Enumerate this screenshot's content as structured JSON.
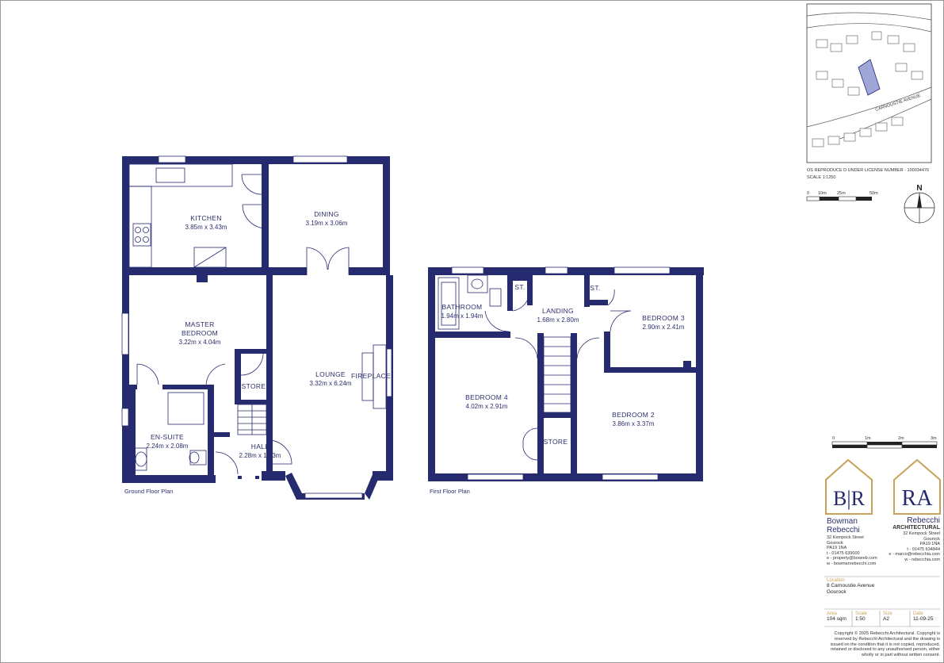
{
  "rooms": {
    "kitchen": {
      "name": "KITCHEN",
      "dim": "3.85m x 3.43m"
    },
    "dining": {
      "name": "DINING",
      "dim": "3.19m x 3.06m"
    },
    "master": {
      "name1": "MASTER",
      "name2": "BEDROOM",
      "dim": "3.22m x 4.04m"
    },
    "lounge": {
      "name": "LOUNGE",
      "dim": "3.32m x 6.24m"
    },
    "fireplace": {
      "name": "FIREPLACE"
    },
    "store_gf": {
      "name": "STORE"
    },
    "ensuite": {
      "name": "EN-SUITE",
      "dim": "2.24m x 2.08m"
    },
    "hall": {
      "name": "HALL",
      "dim": "2.28m x 1.83m"
    },
    "bathroom": {
      "name": "BATHROOM",
      "dim": "1.94m x 1.94m"
    },
    "st1": {
      "name": "ST."
    },
    "landing": {
      "name": "LANDING",
      "dim": "1.68m x 2.80m"
    },
    "st2": {
      "name": "ST."
    },
    "bedroom3": {
      "name": "BEDROOM 3",
      "dim": "2.90m x 2.41m"
    },
    "bedroom4": {
      "name": "BEDROOM 4",
      "dim": "4.02m x 2.91m"
    },
    "store_ff": {
      "name": "STORE"
    },
    "bedroom2": {
      "name": "BEDROOM 2",
      "dim": "3.86m x 3.37m"
    }
  },
  "captions": {
    "ground": "Ground Floor Plan",
    "first": "First Floor Plan"
  },
  "location_map": {
    "street": "CARNOUSTIE AVENUE",
    "license": "OS REPRODUCE D UNDER LICENSE NUMBER - 100034476",
    "scale": "SCALE 1:1250",
    "bar_labels": [
      "0",
      "10m",
      "25m",
      "50m"
    ],
    "north": "N"
  },
  "scale_bar": {
    "labels": [
      "0",
      "1m",
      "2m",
      "3m"
    ]
  },
  "firm_br": {
    "logo": "B|R",
    "name1": "Bowman",
    "name2": "Rebecchi",
    "address": [
      "32 Kempock Street",
      "Gourock",
      "PA19 1NA"
    ],
    "contacts": [
      "t - 01475 639000",
      "e - property@bowreb.com",
      "w - bowmanrebecchi.com"
    ]
  },
  "firm_ra": {
    "logo": "RA",
    "name1": "Rebecchi",
    "name2": "ARCHITECTURAL",
    "address": [
      "32 Kempock Street",
      "Gourock",
      "PA19 1NA"
    ],
    "contacts": [
      "t - 01475 634844",
      "e - marco@rebecchia.com",
      "w - rebecchia.com"
    ]
  },
  "location": {
    "label": "Location",
    "line1": "8 Carnoustie Avenue",
    "line2": "Gourock"
  },
  "meta": {
    "area_label": "Area",
    "area": "104 sqm",
    "scale_label": "Scale",
    "scale": "1:50",
    "size_label": "Size",
    "size": "A2",
    "date_label": "Date",
    "date": "11-09-25"
  },
  "copyright": [
    "Copyright © 2025 Rebecchi Architectural. Copyright is",
    "reserved by Rebecchi Architectural and the drawing is",
    "issued on the condition that it is not copied, reproduced,",
    "retained or disclosed to any unauthorised person, either",
    "wholly or in part without written consent."
  ],
  "colors": {
    "wall": "#262a6e",
    "accent": "#c8a25a"
  }
}
